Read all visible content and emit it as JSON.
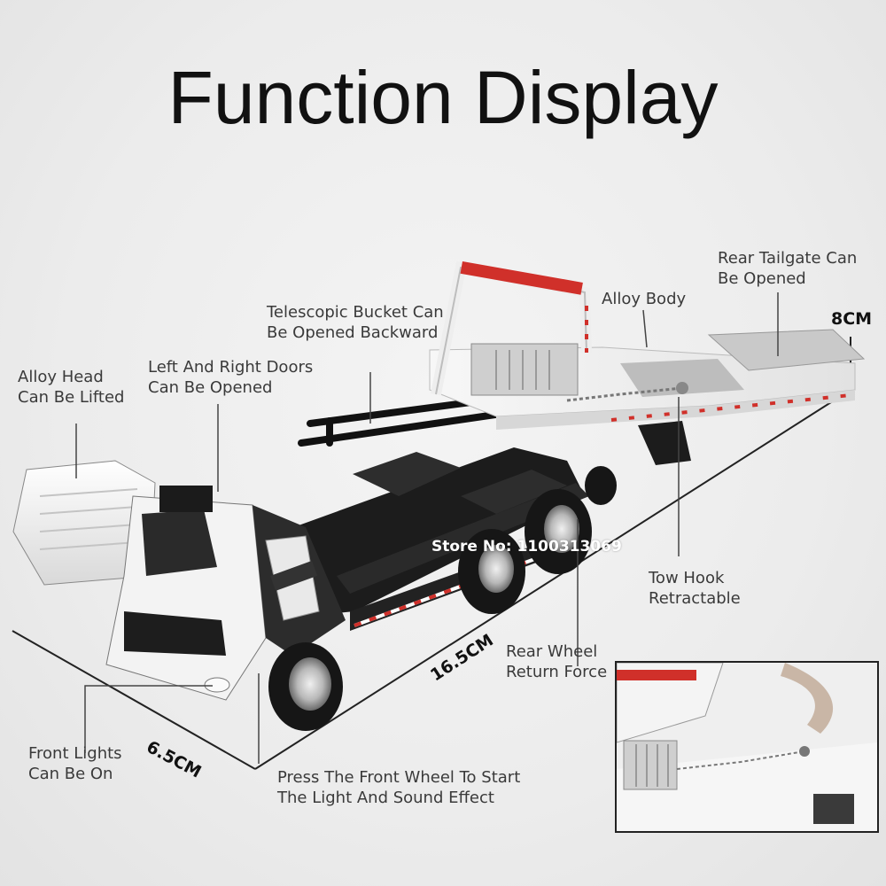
{
  "title": "Function Display",
  "labels": {
    "alloy_head": [
      "Alloy Head",
      "Can Be Lifted"
    ],
    "doors": [
      "Left And Right Doors",
      "Can Be Opened"
    ],
    "bucket": [
      "Telescopic Bucket Can",
      "Be Opened Backward"
    ],
    "alloy_body": [
      "Alloy Body"
    ],
    "tailgate": [
      "Rear Tailgate Can",
      "Be Opened"
    ],
    "tow_hook": [
      "Tow Hook",
      "Retractable"
    ],
    "rear_wheel": [
      "Rear Wheel",
      "Return Force"
    ],
    "front_wheel": [
      "Press The Front Wheel To Start",
      "The Light And Sound Effect"
    ],
    "front_lights": [
      "Front Lights",
      "Can Be On"
    ]
  },
  "dimensions": {
    "height": "8CM",
    "length": "16.5CM",
    "width": "6.5CM"
  },
  "watermark": "Store No: 1100313069",
  "colors": {
    "truck_body": "#f5f5f5",
    "chassis": "#1b1b1b",
    "reflector_red": "#d0302a",
    "background": "#ececec"
  }
}
